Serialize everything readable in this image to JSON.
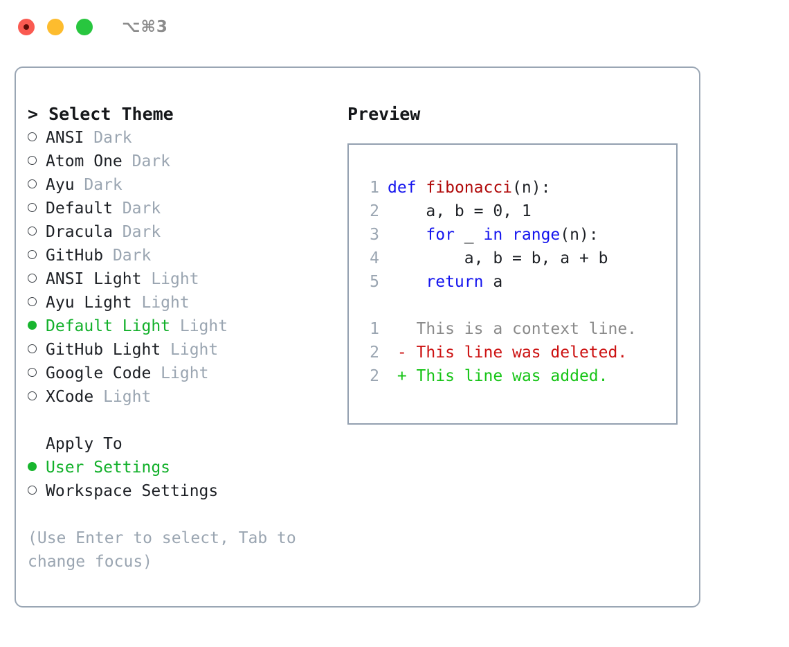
{
  "window": {
    "title": "⌥⌘3",
    "traffic_lights": [
      {
        "name": "close",
        "color": "#fa5a51"
      },
      {
        "name": "minimize",
        "color": "#fdbc2e"
      },
      {
        "name": "maximize",
        "color": "#28c63f"
      }
    ]
  },
  "theme_panel": {
    "header": "> Select Theme",
    "items": [
      {
        "bullet": "empty",
        "label": "ANSI",
        "tag": " Dark",
        "selected": false
      },
      {
        "bullet": "empty",
        "label": "Atom One",
        "tag": " Dark",
        "selected": false
      },
      {
        "bullet": "empty",
        "label": "Ayu",
        "tag": " Dark",
        "selected": false
      },
      {
        "bullet": "empty",
        "label": "Default",
        "tag": " Dark",
        "selected": false
      },
      {
        "bullet": "empty",
        "label": "Dracula",
        "tag": " Dark",
        "selected": false
      },
      {
        "bullet": "empty",
        "label": "GitHub",
        "tag": " Dark",
        "selected": false
      },
      {
        "bullet": "empty",
        "label": "ANSI Light",
        "tag": " Light",
        "selected": false
      },
      {
        "bullet": "empty",
        "label": "Ayu Light",
        "tag": " Light",
        "selected": false
      },
      {
        "bullet": "filled",
        "label": "Default Light",
        "tag": " Light",
        "selected": true
      },
      {
        "bullet": "empty",
        "label": "GitHub Light",
        "tag": " Light",
        "selected": false
      },
      {
        "bullet": "empty",
        "label": "Google Code",
        "tag": " Light",
        "selected": false
      },
      {
        "bullet": "empty",
        "label": "XCode",
        "tag": " Light",
        "selected": false
      }
    ]
  },
  "apply_to": {
    "header": "Apply To",
    "options": [
      {
        "bullet": "filled",
        "label": "User Settings",
        "selected": true
      },
      {
        "bullet": "empty",
        "label": "Workspace Settings",
        "selected": false
      }
    ]
  },
  "hint": "(Use Enter to select, Tab to change focus)",
  "preview": {
    "title": "Preview",
    "code_lines": [
      {
        "num": "1",
        "tokens": [
          {
            "t": "def",
            "c": "kw"
          },
          {
            "t": " ",
            "c": "plain"
          },
          {
            "t": "fibonacci",
            "c": "fn"
          },
          {
            "t": "(n):",
            "c": "plain"
          }
        ]
      },
      {
        "num": "2",
        "tokens": [
          {
            "t": "    a, b = 0, 1",
            "c": "plain"
          }
        ]
      },
      {
        "num": "3",
        "tokens": [
          {
            "t": "    ",
            "c": "plain"
          },
          {
            "t": "for",
            "c": "kw"
          },
          {
            "t": " _ ",
            "c": "plain"
          },
          {
            "t": "in",
            "c": "kw"
          },
          {
            "t": " ",
            "c": "plain"
          },
          {
            "t": "range",
            "c": "kw"
          },
          {
            "t": "(n):",
            "c": "plain"
          }
        ]
      },
      {
        "num": "4",
        "tokens": [
          {
            "t": "        a, b = b, a + b",
            "c": "plain"
          }
        ]
      },
      {
        "num": "5",
        "tokens": [
          {
            "t": "    ",
            "c": "plain"
          },
          {
            "t": "return",
            "c": "kw"
          },
          {
            "t": " a",
            "c": "plain"
          }
        ]
      }
    ],
    "diff_lines": [
      {
        "num": "1",
        "tokens": [
          {
            "t": "   This is a context line.",
            "c": "ctx"
          }
        ]
      },
      {
        "num": "2",
        "tokens": [
          {
            "t": " - This line was deleted.",
            "c": "del"
          }
        ]
      },
      {
        "num": "2",
        "tokens": [
          {
            "t": " + This line was added.",
            "c": "add"
          }
        ]
      }
    ]
  },
  "colors": {
    "accent_green": "#12b02a",
    "muted": "#9aa5b1",
    "keyword_blue": "#1414ee",
    "function_red": "#b00909",
    "diff_removed": "#cc1111",
    "diff_added": "#16c416",
    "border": "#9aa6b4"
  }
}
